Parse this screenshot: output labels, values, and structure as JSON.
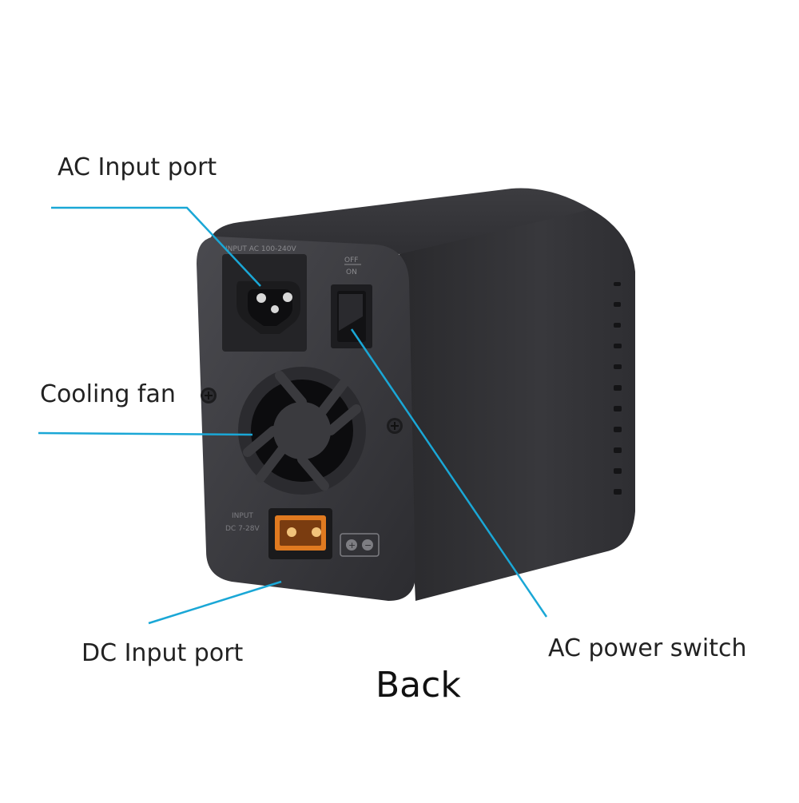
{
  "callouts": {
    "ac_input_port": "AC Input port",
    "cooling_fan": "Cooling fan",
    "dc_input_port": "DC Input port",
    "ac_power_switch": "AC power switch"
  },
  "view_label": "Back",
  "device": {
    "ac_input_rating": "INPUT AC 100-240V",
    "switch_off": "OFF",
    "switch_on": "ON",
    "dc_input_label": "INPUT",
    "dc_input_rating": "DC 7-28V",
    "polarity_symbols": [
      "+",
      "−"
    ]
  },
  "colors": {
    "leader_line": "#1aa7d6",
    "body": "#3a3a3e",
    "connector": "#e07a20"
  }
}
